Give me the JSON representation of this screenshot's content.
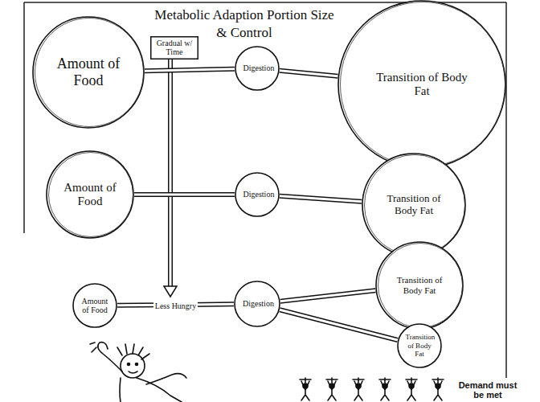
{
  "diagram": {
    "title": "Metabolic Adaption Portion Size & Control",
    "nodes": [
      {
        "text": [
          "Amount of Food"
        ]
      },
      {
        "text": [
          "Gradual w/ Time"
        ]
      },
      {
        "text": [
          "Digestion"
        ]
      },
      {
        "text": [
          "Transition of Body Fat"
        ]
      },
      {
        "text": [
          "Amount of Food"
        ]
      },
      {
        "text": [
          "Digestion"
        ]
      },
      {
        "text": [
          "Transition of Body Fat"
        ]
      },
      {
        "text": [
          "Amount of Food"
        ]
      },
      {
        "text": [
          "Digestion"
        ]
      },
      {
        "text": [
          "Transition of Body Fat"
        ]
      },
      {
        "text": [
          "Transition of Body Fat"
        ]
      }
    ],
    "edges": [
      {
        "from": 0,
        "to": 2,
        "arrow": "none"
      },
      {
        "from": 2,
        "to": 3,
        "arrow": "none"
      },
      {
        "from": 4,
        "to": 5,
        "arrow": "none"
      },
      {
        "from": 5,
        "to": 6,
        "arrow": "none"
      },
      {
        "from": 7,
        "to": 8,
        "label": "Less Hungry",
        "arrow": "none"
      },
      {
        "from": 8,
        "to": 9,
        "arrow": "none"
      },
      {
        "from": 8,
        "to": 10,
        "arrow": "none"
      }
    ],
    "labels": [
      "Demand must be met"
    ]
  }
}
